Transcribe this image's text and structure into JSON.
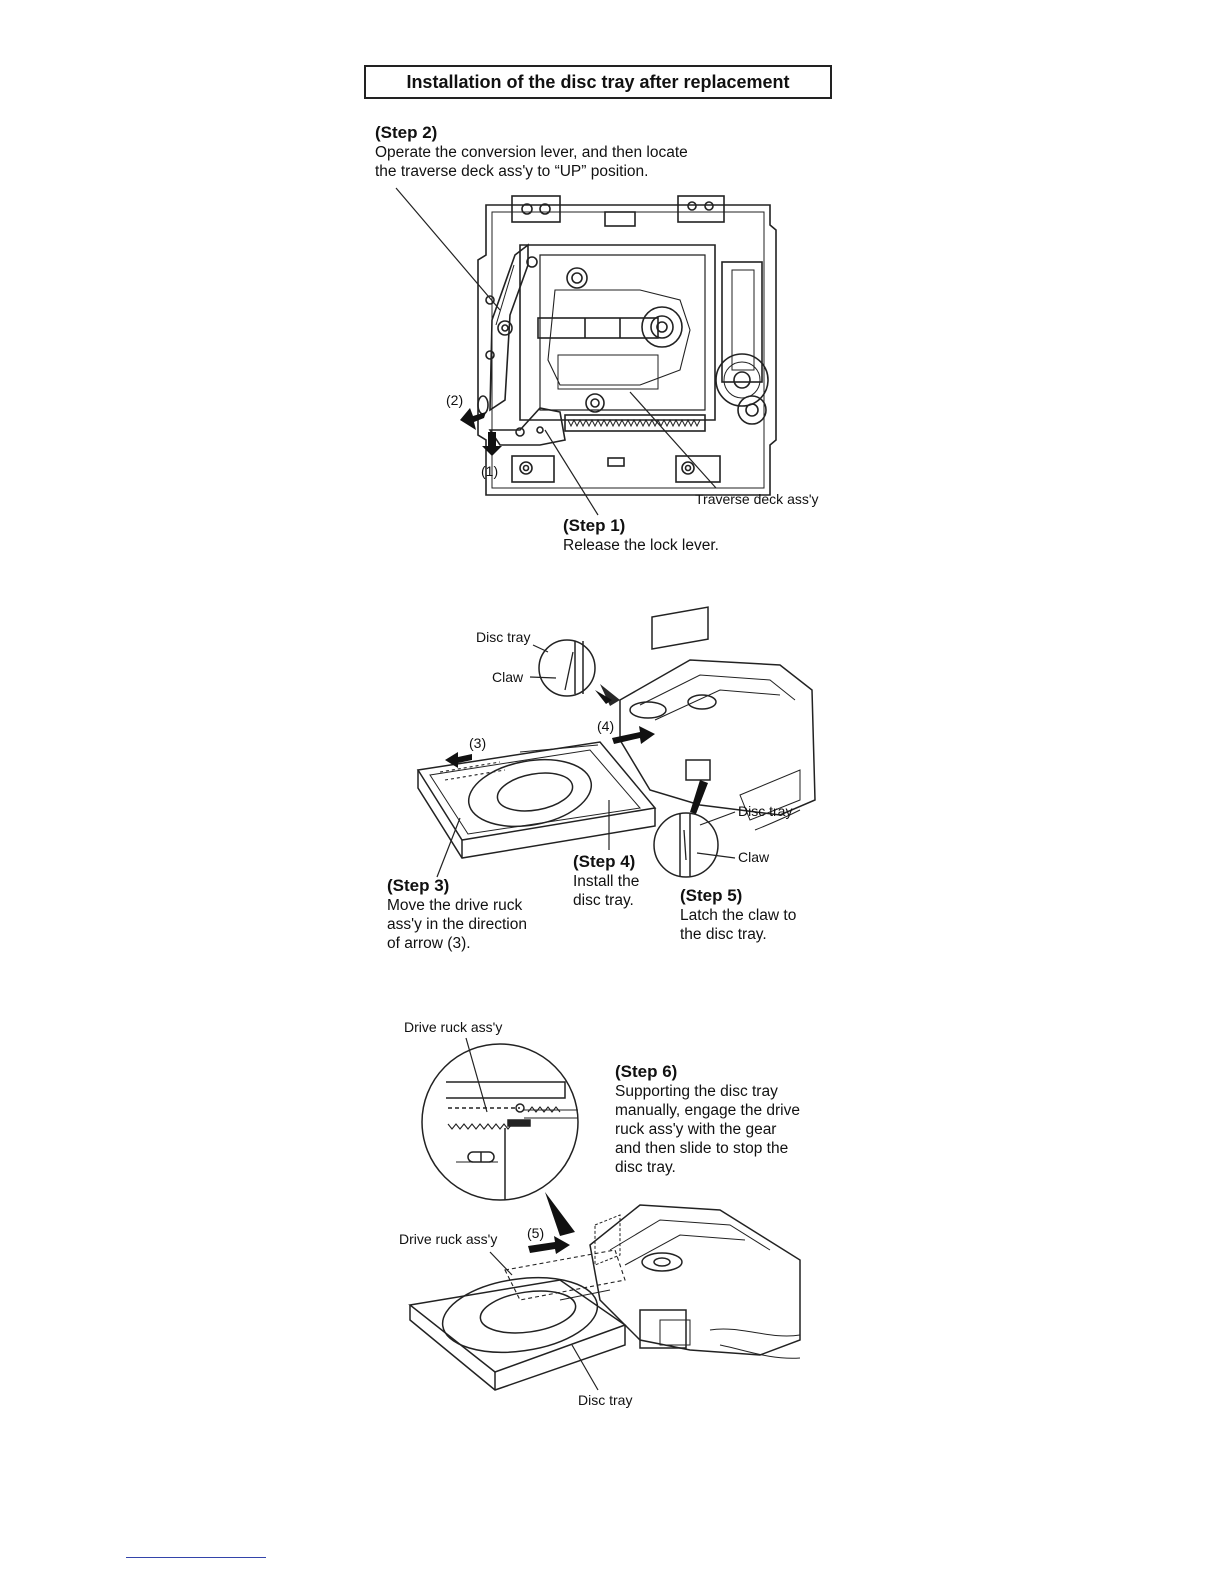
{
  "title": "Installation of the disc tray after replacement",
  "steps": {
    "step1": {
      "heading": "(Step 1)",
      "lines": [
        "Release the lock lever."
      ]
    },
    "step2": {
      "heading": "(Step 2)",
      "lines": [
        "Operate the conversion lever, and then locate",
        "the traverse deck ass'y to  “UP”  position."
      ]
    },
    "step3": {
      "heading": "(Step 3)",
      "lines": [
        "Move the drive ruck",
        "ass'y in the direction",
        "of arrow (3)."
      ]
    },
    "step4": {
      "heading": "(Step 4)",
      "lines": [
        "Install the",
        "disc tray."
      ]
    },
    "step5": {
      "heading": "(Step 5)",
      "lines": [
        "Latch the claw to",
        "the disc tray."
      ]
    },
    "step6": {
      "heading": "(Step 6)",
      "lines": [
        "Supporting the disc tray",
        "manually, engage the drive",
        "ruck ass'y with the gear",
        "and then slide to stop the",
        "disc tray."
      ]
    }
  },
  "labels": {
    "arrow1": "(1)",
    "arrow2": "(2)",
    "arrow3": "(3)",
    "arrow4": "(4)",
    "arrow5": "(5)",
    "traverse_deck": "Traverse deck ass'y",
    "disc_tray_top": "Disc tray",
    "claw_top": "Claw",
    "disc_tray_right": "Disc tray",
    "claw_right": "Claw",
    "drive_ruck_top": "Drive ruck ass'y",
    "drive_ruck_mid": "Drive ruck ass'y",
    "disc_tray_bottom": "Disc tray"
  }
}
